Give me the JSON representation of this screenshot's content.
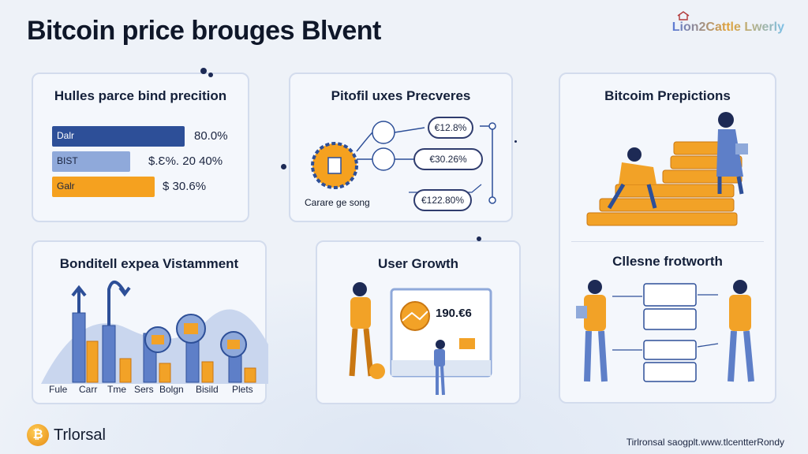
{
  "header": {
    "title": "Bitcoin price brouges Blvent",
    "brand": "Lion2Cattle Lwerly"
  },
  "price_card": {
    "title": "Hulles parce bind precition",
    "bars": [
      {
        "label": "Dalr",
        "value": "80.0%",
        "color": "#2d4f98",
        "fill": 0.8
      },
      {
        "label": "BIST",
        "value": "$.Ɛ%. 20 40%",
        "color": "#8fa9da",
        "fill": 0.47
      },
      {
        "label": "Galr",
        "value": "$ 30.6%",
        "color": "#f5a11f",
        "fill": 0.62
      }
    ]
  },
  "flow_card": {
    "title": "Pitofil uxes Precveres",
    "caption": "Carare ge song",
    "pills": [
      "€12.8%",
      "€30.26%",
      "€122.80%"
    ]
  },
  "predict_card": {
    "title": "Bitcoim Prepictions",
    "subtitle": "Cllesne frotworth"
  },
  "vest_card": {
    "title": "Bonditell expea Vistamment",
    "categories": [
      "Fule",
      "Carr",
      "Tme",
      "Sers",
      "Bolgn",
      "Bisild",
      "Plets"
    ]
  },
  "growth_card": {
    "title": "User Growth",
    "value": "190.€6"
  },
  "footer": {
    "brand": "Trlorsal",
    "coin_symbol": "₿",
    "right_text": "Tirlronsal saogplt.www.tlcentterRondy"
  },
  "colors": {
    "navy": "#2d4f98",
    "light_blue": "#8fa9da",
    "orange": "#f5a11f",
    "card_bg": "#f4f7fc"
  }
}
